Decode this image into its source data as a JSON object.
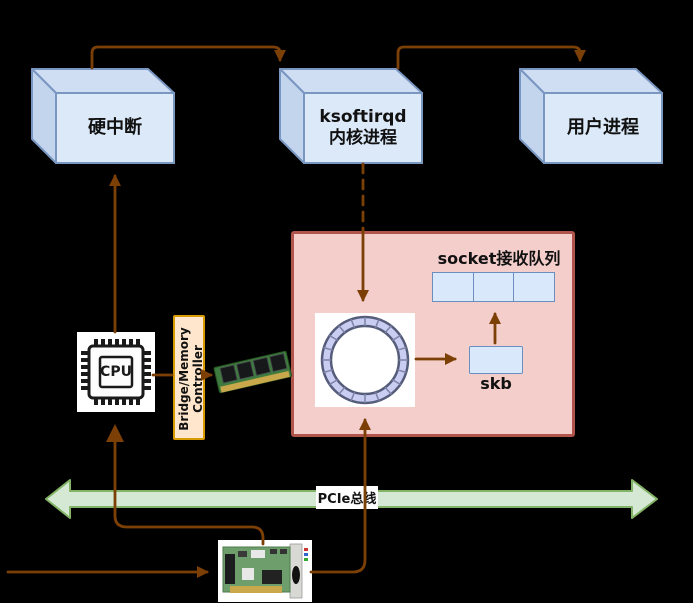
{
  "diagram": {
    "title_hint": "Linux network packet receive path",
    "nodes": {
      "hard_irq": {
        "label": "硬中断"
      },
      "ksoftirqd": {
        "label_line1": "ksoftirqd",
        "label_line2": "内核进程"
      },
      "user_process": {
        "label": "用户进程"
      },
      "cpu": {
        "label": "CPU"
      },
      "bridge": {
        "label_line1": "Bridge/Memory",
        "label_line2": "Controller"
      },
      "socket_queue": {
        "label": "socket接收队列",
        "cell_count": 3
      },
      "skb": {
        "label": "skb"
      },
      "pcie_bus": {
        "label": "PCIe总线"
      }
    },
    "icons": [
      "cpu-chip-icon",
      "ram-icon",
      "nic-icon",
      "ring-buffer-icon"
    ],
    "colors": {
      "background": "#000000",
      "arrow": "#7c4006",
      "cube_front": "#dce9f9",
      "cube_top": "#cfdef2",
      "cube_side": "#c3d5ec",
      "cube_border": "#7a97c2",
      "pink_fill": "#f4cecb",
      "pink_border": "#b0544c",
      "cell_fill": "#dae8fc",
      "cell_border": "#6c8ebf",
      "bus_fill": "#d5e8d4",
      "bus_border": "#82b366",
      "bridge_fill": "#ffe6cc",
      "bridge_border": "#d79b00",
      "ring_segment_fill": "#c9cdf2"
    }
  }
}
